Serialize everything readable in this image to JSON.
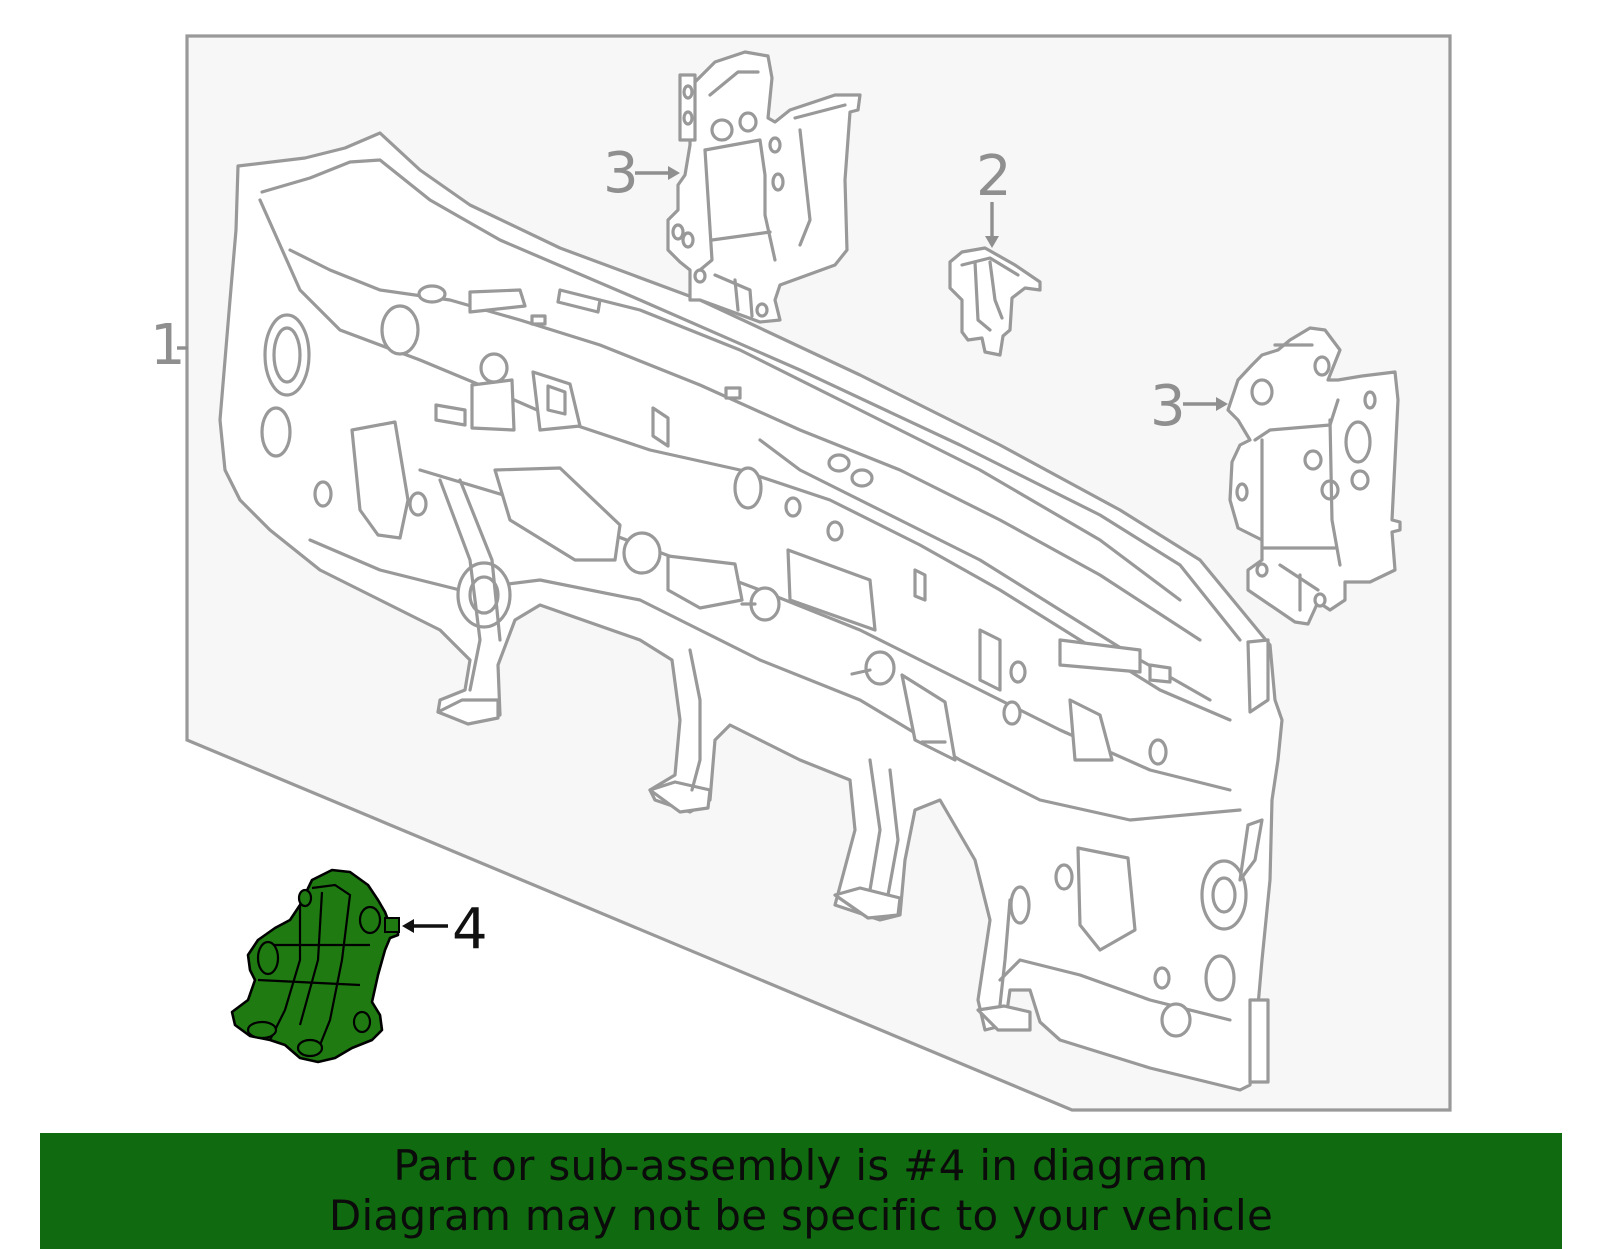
{
  "diagram": {
    "callouts": {
      "part_1": "1",
      "part_2": "2",
      "part_3_upper": "3",
      "part_3_lower": "3",
      "part_4": "4"
    },
    "highlighted_part": "4",
    "colors": {
      "highlight_fill": "#1f7a12",
      "line_gray": "#999999",
      "panel_background": "#f7f7f7",
      "banner_background": "#106a0f"
    }
  },
  "banner": {
    "line1": "Part or sub-assembly is #4 in diagram",
    "line2": "Diagram may not be specific to your vehicle"
  }
}
